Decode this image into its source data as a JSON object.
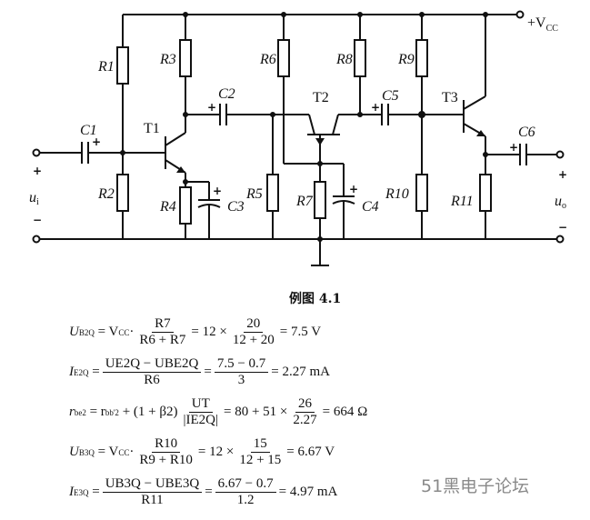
{
  "circuit": {
    "supply_label": "+V",
    "supply_sub": "CC",
    "input_label": "u",
    "input_sub": "i",
    "output_label": "u",
    "output_sub": "o",
    "plus": "+",
    "minus": "−",
    "resistors": [
      "R1",
      "R2",
      "R3",
      "R4",
      "R5",
      "R6",
      "R7",
      "R8",
      "R9",
      "R10",
      "R11"
    ],
    "capacitors": [
      "C1",
      "C2",
      "C3",
      "C4",
      "C5",
      "C6"
    ],
    "transistors": [
      "T1",
      "T2",
      "T3"
    ]
  },
  "caption": "例图 4.1",
  "equations": {
    "e1": {
      "lhs": "U",
      "lhs_sub": "B2Q",
      "eq1": "= V",
      "eq1_sub": "CC",
      "dot": "·",
      "num": "R7",
      "den": "R6 + R7",
      "mid": "= 12 ×",
      "num2": "20",
      "den2": "12 + 20",
      "result": "= 7.5 V"
    },
    "e2": {
      "lhs": "I",
      "lhs_sub": "E2Q",
      "num": "UE2Q − UBE2Q",
      "den": "R6",
      "num2": "7.5 − 0.7",
      "den2": "3",
      "result": "= 2.27 mA"
    },
    "e3": {
      "lhs": "r",
      "lhs_sub": "be2",
      "mid1": "= r",
      "mid1_sub": "bb'2",
      "mid2": "+ (1 + β2)",
      "num": "UT",
      "den": "|IE2Q|",
      "mid3": "= 80 + 51 ×",
      "num2": "26",
      "den2": "2.27",
      "result": "= 664 Ω"
    },
    "e4": {
      "lhs": "U",
      "lhs_sub": "B3Q",
      "eq1": "= V",
      "eq1_sub": "CC",
      "dot": "·",
      "num": "R10",
      "den": "R9 + R10",
      "mid": "= 12 ×",
      "num2": "15",
      "den2": "12 + 15",
      "result": "= 6.67 V"
    },
    "e5": {
      "lhs": "I",
      "lhs_sub": "E3Q",
      "num": "UB3Q − UBE3Q",
      "den": "R11",
      "num2": "6.67 − 0.7",
      "den2": "1.2",
      "result": "= 4.97 mA"
    }
  },
  "watermark": "51黑电子论坛"
}
